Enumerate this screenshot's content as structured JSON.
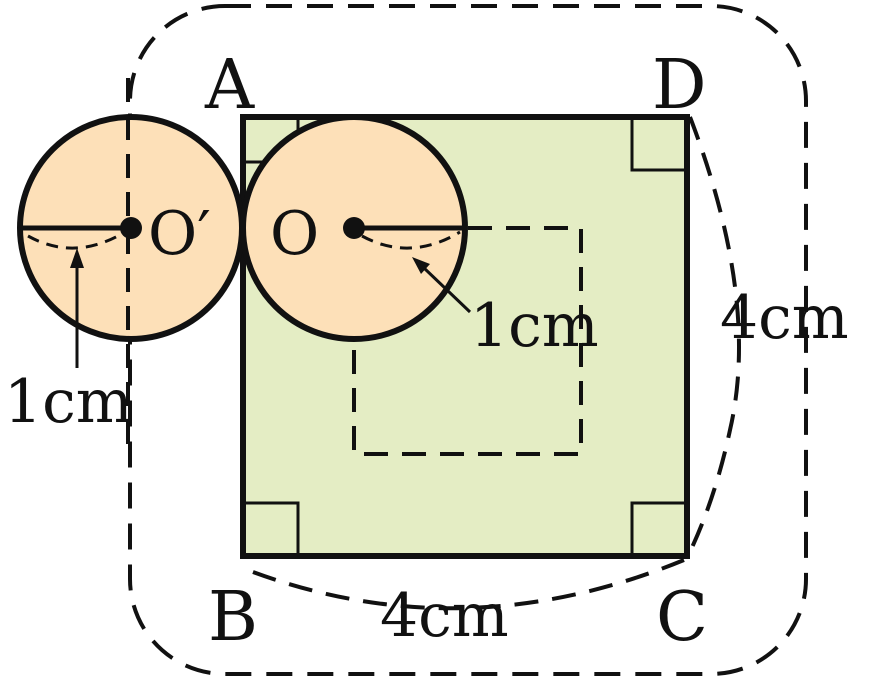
{
  "labels": {
    "vertex_a": "A",
    "vertex_b": "B",
    "vertex_c": "C",
    "vertex_d": "D",
    "center_o": "O",
    "center_o_prime": "O′",
    "radius_left": "1cm",
    "radius_right": "1cm",
    "side_right": "4cm",
    "side_bottom": "4cm"
  },
  "colors": {
    "square_fill": "#e4edc4",
    "circle_fill": "#fde0b8",
    "stroke": "#111111"
  }
}
